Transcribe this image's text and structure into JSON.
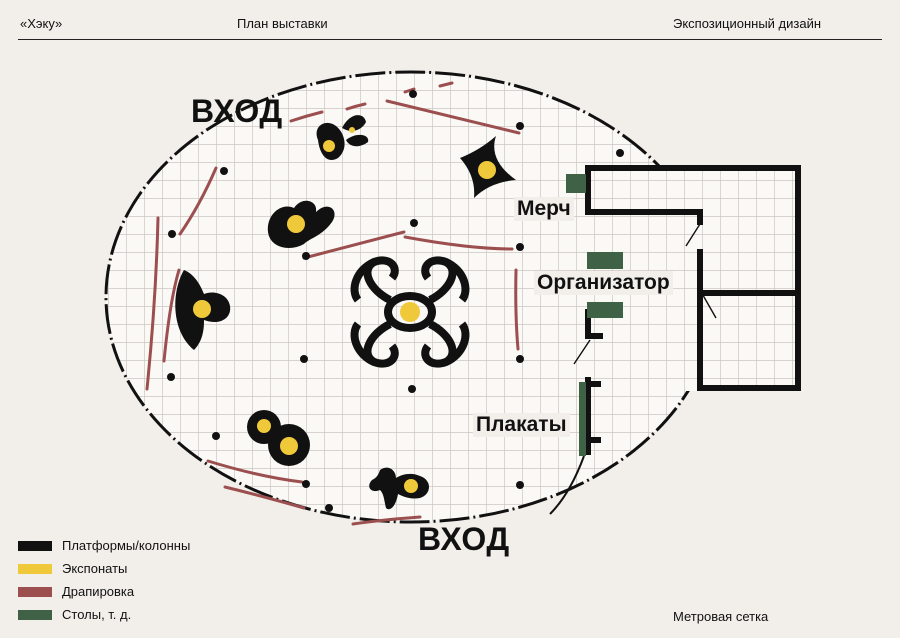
{
  "header": {
    "left": "«Хэку»",
    "center": "План выставки",
    "right": "Экспозиционный дизайн"
  },
  "map": {
    "entrance_top": "ВХОД",
    "entrance_bottom": "ВХОД",
    "merch": "Мерч",
    "organizer": "Организатор",
    "posters": "Плакаты"
  },
  "legend": [
    {
      "label": "Платформы/колонны",
      "color": "#111111"
    },
    {
      "label": "Экспонаты",
      "color": "#f0c93a"
    },
    {
      "label": "Драпировка",
      "color": "#9c4f4f"
    },
    {
      "label": "Столы, т. д.",
      "color": "#3f6246"
    }
  ],
  "scale_note": "Метровая сетка"
}
